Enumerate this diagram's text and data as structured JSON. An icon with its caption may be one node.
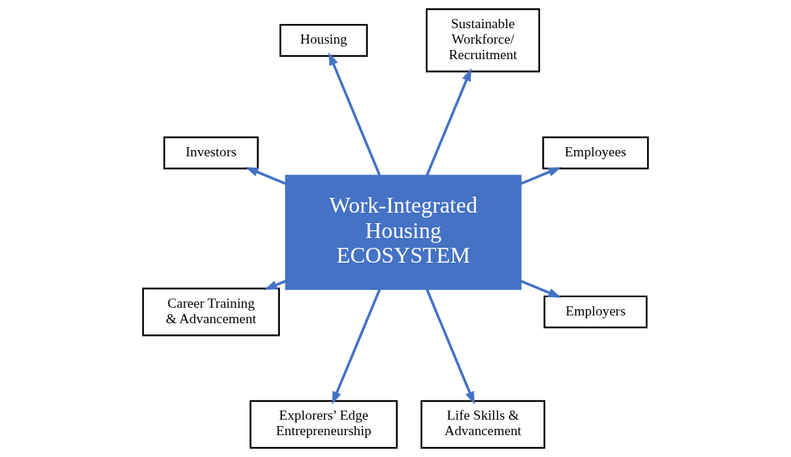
{
  "diagram": {
    "nodes": [
      {
        "text": [
          "Employees"
        ]
      },
      {
        "text": [
          "Sustainable Workforce/ Recruitment"
        ]
      },
      {
        "text": [
          "Housing"
        ]
      },
      {
        "text": [
          "Work-Integrated Housing ECOSYSTEM"
        ]
      },
      {
        "text": [
          "Investors"
        ]
      },
      {
        "text": [
          "Career Training & Advancement"
        ]
      },
      {
        "text": [
          "Explorers’ Edge Entrepreneurship"
        ]
      },
      {
        "text": [
          "Life Skills & Advancement"
        ]
      },
      {
        "text": [
          "Employers"
        ]
      }
    ],
    "edges": [
      {
        "from": 3,
        "to": 0,
        "arrow": "to"
      },
      {
        "from": 3,
        "to": 2,
        "arrow": "to"
      },
      {
        "from": 3,
        "to": 5,
        "arrow": "to"
      },
      {
        "from": 3,
        "to": 7,
        "arrow": "to"
      },
      {
        "from": 3,
        "to": 8,
        "arrow": "to"
      },
      {
        "from": 3,
        "to": 6,
        "arrow": "to"
      },
      {
        "from": 3,
        "to": 4,
        "arrow": "to"
      },
      {
        "from": 3,
        "to": 1,
        "arrow": "to"
      }
    ]
  }
}
